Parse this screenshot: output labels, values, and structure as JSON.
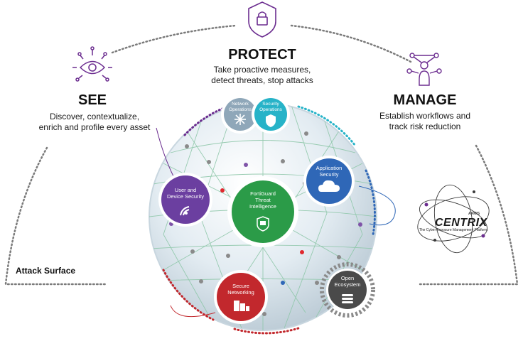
{
  "sections": {
    "see": {
      "title": "SEE",
      "subtitle": "Discover, contextualize,\nenrich and profile every asset",
      "icon": "eye-icon"
    },
    "protect": {
      "title": "PROTECT",
      "subtitle": "Take proactive measures,\ndetect threats, stop attacks",
      "icon": "lock-shield-icon"
    },
    "manage": {
      "title": "MANAGE",
      "subtitle": "Establish workflows and\ntrack risk reduction",
      "icon": "person-network-icon"
    }
  },
  "attack_surface_label": "Attack Surface",
  "nodes": {
    "network_ops": {
      "label": "Network\nOperations",
      "color": "#8fa7b9",
      "icon": "network-burst-icon"
    },
    "security_ops": {
      "label": "Security\nOperations",
      "color": "#27b3c8",
      "icon": "shield-icon"
    },
    "app_security": {
      "label": "Application\nSecurity",
      "color": "#2f67b7",
      "icon": "cloud-icon"
    },
    "user_device": {
      "label": "User and\nDevice Security",
      "color": "#6b3fa0",
      "icon": "wifi-hand-icon"
    },
    "fortiguard": {
      "label": "FortiGuard\nThreat\nIntelligence",
      "color": "#2b9b48",
      "icon": "shield-chip-icon"
    },
    "secure_networking": {
      "label": "Secure\nNetworking",
      "color": "#c2282d",
      "icon": "firewall-icon"
    },
    "open_ecosystem": {
      "label": "Open\nEcosystem",
      "color": "#4a4a4a",
      "icon": "stack-icon"
    }
  },
  "centrix": {
    "brand": "ARMIS",
    "title": "CENTRIX",
    "tagline": "The Cyber Exposure Management Platform"
  },
  "colors": {
    "purple": "#6b2c8f",
    "gray": "#7a7a7a"
  }
}
